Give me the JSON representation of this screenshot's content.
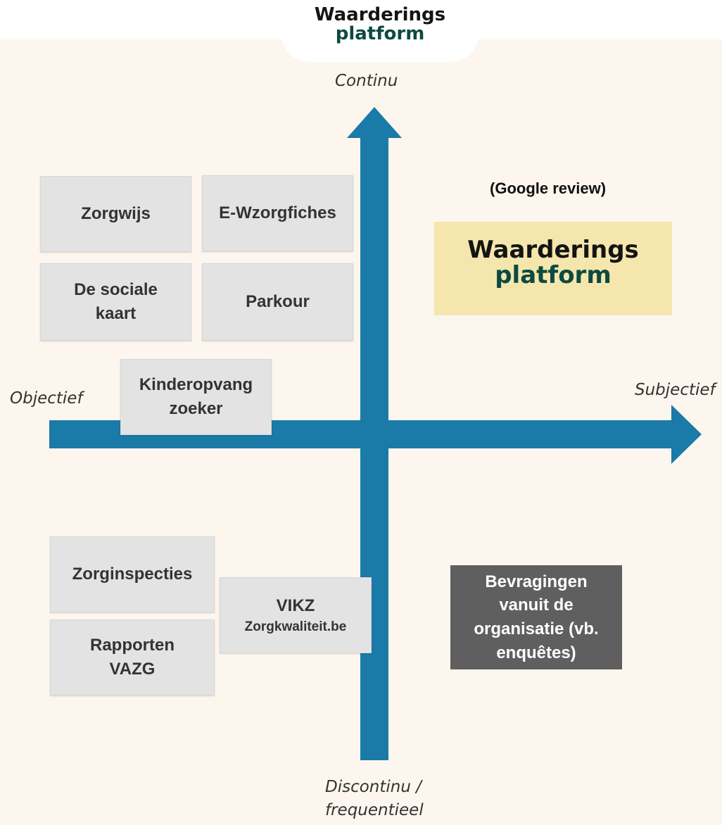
{
  "header": {
    "logo_line1": "Waarderings",
    "logo_line2": "platform"
  },
  "axes": {
    "top": "Continu",
    "bottom_line1": "Discontinu /",
    "bottom_line2": "frequentieel",
    "left": "Objectief",
    "right": "Subjectief"
  },
  "boxes": {
    "zorgwijs": "Zorgwijs",
    "ewzorgfiches": "E-Wzorgfiches",
    "sociale_kaart_line1": "De sociale",
    "sociale_kaart_line2": "kaart",
    "parkour": "Parkour",
    "kinderopvang_line1": "Kinderopvang",
    "kinderopvang_line2": "zoeker",
    "zorginspecties": "Zorginspecties",
    "rapporten_line1": "Rapporten",
    "rapporten_line2": "VAZG",
    "vikz_line1": "VIKZ",
    "vikz_line2": "Zorgkwaliteit.be",
    "bevragingen_line1": "Bevragingen",
    "bevragingen_line2": "vanuit de",
    "bevragingen_line3": "organisatie (vb.",
    "bevragingen_line4": "enquêtes)"
  },
  "google_note": "(Google review)",
  "platform_logo": {
    "line1": "Waarderings",
    "line2": "platform"
  },
  "colors": {
    "background": "#fdf6ee",
    "axis": "#1a7aa8",
    "box": "#e3e3e3",
    "dark_box": "#5f5f5f",
    "highlight": "#f4e6ad",
    "logo_green": "#0d4a41"
  }
}
